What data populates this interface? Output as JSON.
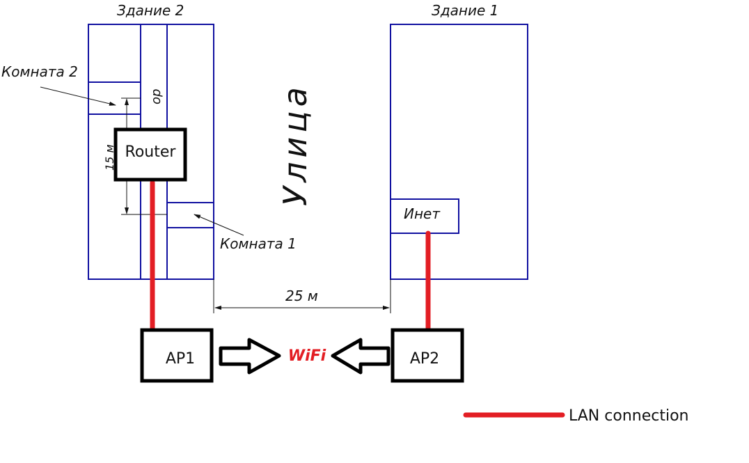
{
  "buildings": {
    "building_2_label": "Здание 2",
    "building_1_label": "Здание 1"
  },
  "rooms": {
    "room_2_label": "Комната 2",
    "room_1_label": "Комната 1",
    "inet_label": "Инет"
  },
  "street_label": "Улица",
  "corridor_fragment": "ор",
  "dimension_fragment_left": "15 м",
  "distance_label": "25 м",
  "devices": {
    "router_label": "Router",
    "ap1_label": "AP1",
    "ap2_label": "AP2"
  },
  "wifi_label": "WiFi",
  "legend": {
    "lan_label": "LAN connection"
  },
  "colors": {
    "wall": "#1010a0",
    "lan": "#e31e24",
    "wifi": "#e31e24"
  }
}
